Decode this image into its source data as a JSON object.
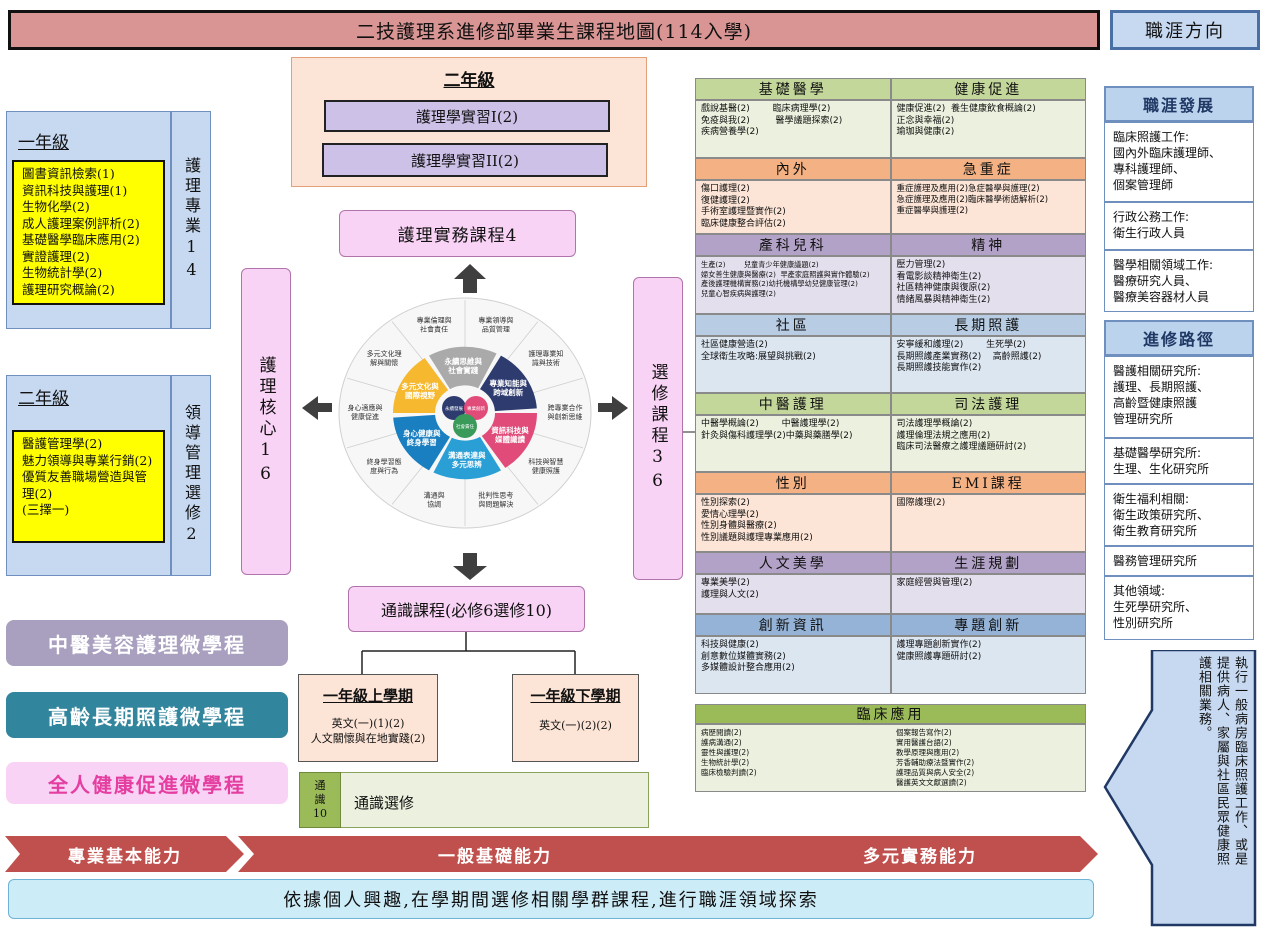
{
  "header": {
    "title": "二技護理系進修部畢業生課程地圖(114入學)",
    "career_label": "職涯方向"
  },
  "year1": {
    "title": "一年級",
    "courses": [
      "圖書資訊檢索(1)",
      "資訊科技與護理(1)",
      "生物化學(2)",
      "成人護理案例評析(2)",
      "基礎醫學臨床應用(2)",
      "實證護理(2)",
      "生物統計學(2)",
      "護理研究概論(2)"
    ],
    "side_label": "護理專業14"
  },
  "year2_left": {
    "title": "二年級",
    "courses": [
      "醫護管理學(2)",
      "魅力領導與專業行銷(2)",
      "優質友善職場營造與管理(2)",
      "(三擇一)"
    ],
    "side_label": "領導管理選修2"
  },
  "year2_practice": {
    "title": "二年級",
    "items": [
      "護理學實習I(2)",
      "護理學實習II(2)"
    ]
  },
  "center": {
    "practice_course": "護理實務課程4",
    "core": "護理核心16",
    "elective": "選修課程36",
    "general": "通識課程(必修6選修10)"
  },
  "ring": {
    "outer": [
      "專業領導與品質管理",
      "護理專業知識與技術",
      "跨專業合作與創新思維",
      "科技與智慧健康照護",
      "批判性思考與問題解決",
      "溝通與協調",
      "終身學習態度與行為",
      "身心適應與健康促進",
      "多元文化理解與關懷",
      "專業倫理與社會責任"
    ],
    "inner": [
      "永續思維與社會實踐",
      "專業知能與跨域創新",
      "資訊科技與媒體識讀",
      "溝通表達與多元思辨",
      "身心健康與終身學習",
      "多元文化與國際視野"
    ],
    "core": [
      "永續發展",
      "專業創新",
      "社會責任"
    ]
  },
  "semesters": [
    {
      "title": "一年級上學期",
      "body": "英文(一)(1)(2)\n人文關懷與在地實踐(2)"
    },
    {
      "title": "一年級下學期",
      "body": "英文(一)(2)(2)"
    }
  ],
  "general_elective": {
    "label": "通識10",
    "title": "通識選修"
  },
  "micro_programs": [
    "中醫美容護理微學程",
    "高齡長期照護微學程",
    "全人健康促進微學程"
  ],
  "categories": [
    {
      "left": {
        "title": "基礎醫學",
        "body": "戲說基醫(2)        臨床病理學(2)\n免疫與我(2)         醫學議題探索(2)\n疾病營養學(2)"
      },
      "right": {
        "title": "健康促進",
        "body": "健康促進(2)  養生健康飲食概論(2)\n正念與幸福(2)\n瑜珈與健康(2)"
      },
      "colors": [
        "#c4d79b",
        "#ebf1de",
        "#c4d79b",
        "#ebf1de"
      ]
    },
    {
      "left": {
        "title": "內外",
        "body": "傷口護理(2)\n復健護理(2)\n手術室護理暨實作(2)\n臨床健康整合評估(2)"
      },
      "right": {
        "title": "急重症",
        "body": "重症護理及應用(2)急症醫學與護理(2)\n急症護理及應用(2)臨床醫學術語解析(2)\n重症醫學與護理(2)"
      },
      "colors": [
        "#f4b183",
        "#fce4d6",
        "#f4b183",
        "#fce4d6"
      ]
    },
    {
      "left": {
        "title": "產科兒科",
        "body": "生產(2)        兒童青少年健康議題(2)\n婦女善生健康與醫療(2)  早產家庭照護與實作體驗(2)\n產後護理機構實務(2)幼托機構學幼兒健康管理(2)\n兒童心智疾病與護理(2)"
      },
      "right": {
        "title": "精神",
        "body": "壓力管理(2)\n看電影談精神衛生(2)\n社區精神健康與復原(2)\n情緒風暴與精神衛生(2)"
      },
      "colors": [
        "#b3a2c7",
        "#e4dfec",
        "#b3a2c7",
        "#e4dfec"
      ]
    },
    {
      "left": {
        "title": "社區",
        "body": "社區健康營造(2)\n全球衛生攻略:展望與挑戰(2)"
      },
      "right": {
        "title": "長期照護",
        "body": "安寧緩和護理(2)        生死學(2)\n長期照護產業實務(2)    高齡照護(2)\n長期照護技能實作(2)"
      },
      "colors": [
        "#b8cce4",
        "#dce6f1",
        "#b8cce4",
        "#dce6f1"
      ]
    },
    {
      "left": {
        "title": "中醫護理",
        "body": "中醫學概論(2)        中醫護理學(2)\n針灸與傷科護理學(2)中藥與藥膳學(2)"
      },
      "right": {
        "title": "司法護理",
        "body": "司法護理學概論(2)\n護理倫理法規之應用(2)\n臨床司法醫療之護理議題研討(2)"
      },
      "colors": [
        "#c4d79b",
        "#ebf1de",
        "#c4d79b",
        "#ebf1de"
      ]
    },
    {
      "left": {
        "title": "性別",
        "body": "性別探索(2)\n愛情心理學(2)\n性別身體與醫療(2)\n性別議題與護理專業應用(2)"
      },
      "right": {
        "title": "EMI課程",
        "body": "國際護理(2)"
      },
      "colors": [
        "#f4b183",
        "#fce4d6",
        "#f4b183",
        "#fce4d6"
      ]
    },
    {
      "left": {
        "title": "人文美學",
        "body": "專業美學(2)\n護理與人文(2)"
      },
      "right": {
        "title": "生涯規劃",
        "body": "家庭經營與管理(2)"
      },
      "colors": [
        "#b3a2c7",
        "#e4dfec",
        "#b3a2c7",
        "#e4dfec"
      ]
    },
    {
      "left": {
        "title": "創新資訊",
        "body": "科技與健康(2)\n創意數位媒體實務(2)\n多媒體設計整合應用(2)"
      },
      "right": {
        "title": "專題創新",
        "body": "護理專題創新實作(2)\n健康照護專題研討(2)"
      },
      "colors": [
        "#95b3d7",
        "#dce6f1",
        "#95b3d7",
        "#dce6f1"
      ]
    }
  ],
  "clinical": {
    "title": "臨床應用",
    "left": "病歷閱讀(2)\n護病溝通(2)\n靈性與護理(2)\n生物統計學(2)\n臨床檢驗判讀(2)",
    "right": "個案報告寫作(2)\n實用醫護台語(2)\n教學原理與應用(2)\n芳香輔助療法暨實作(2)\n護理品質與病人安全(2)\n醫護英文文獻選讀(2)"
  },
  "career": {
    "development_title": "職涯發展",
    "development_items": [
      "臨床照護工作:\n國內外臨床護理師、\n專科護理師、\n個案管理師",
      "行政公務工作:\n衛生行政人員",
      "醫學相關領域工作:\n醫療研究人員、\n醫療美容器材人員"
    ],
    "advanced_title": "進修路徑",
    "advanced_items": [
      "醫護相關研究所:\n護理、長期照護、\n高齡暨健康照護\n管理研究所",
      "基礎醫學研究所:\n生理、生化研究所",
      "衛生福利相關:\n衛生政策研究所、\n衛生教育研究所",
      "醫務管理研究所",
      "其他領域:\n生死學研究所、\n性別研究所"
    ],
    "arrow_text": "執行一般病房臨床照護工作、或是提供病人、家屬與社區民眾健康照護相關業務。"
  },
  "abilities": [
    "專業基本能力",
    "一般基礎能力",
    "多元實務能力"
  ],
  "footer": "依據個人興趣,在學期間選修相關學群課程,進行職涯領域探索"
}
